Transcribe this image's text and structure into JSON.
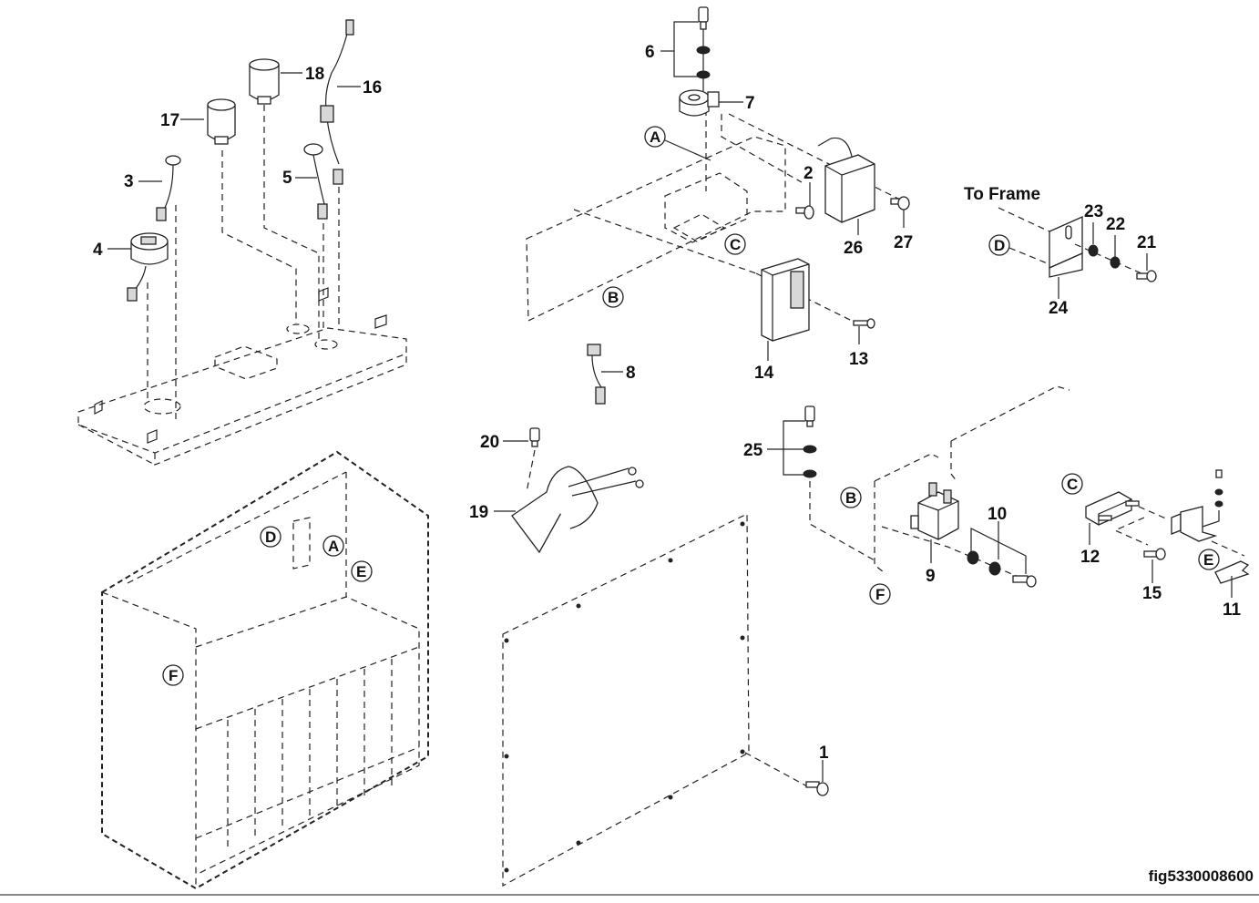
{
  "figure_id": "fig5330008600",
  "callouts": {
    "c1": "1",
    "c2": "2",
    "c3": "3",
    "c4": "4",
    "c5": "5",
    "c6": "6",
    "c7": "7",
    "c8": "8",
    "c9": "9",
    "c10": "10",
    "c11": "11",
    "c12": "12",
    "c13": "13",
    "c14": "14",
    "c15": "15",
    "c16": "16",
    "c17": "17",
    "c18": "18",
    "c19": "19",
    "c20": "20",
    "c21": "21",
    "c22": "22",
    "c23": "23",
    "c24": "24",
    "c25": "25",
    "c26": "26",
    "c27": "27"
  },
  "reference_letters": {
    "A": "A",
    "B": "B",
    "C": "C",
    "D": "D",
    "E": "E",
    "F": "F"
  },
  "annotations": {
    "to_frame": "To Frame"
  }
}
